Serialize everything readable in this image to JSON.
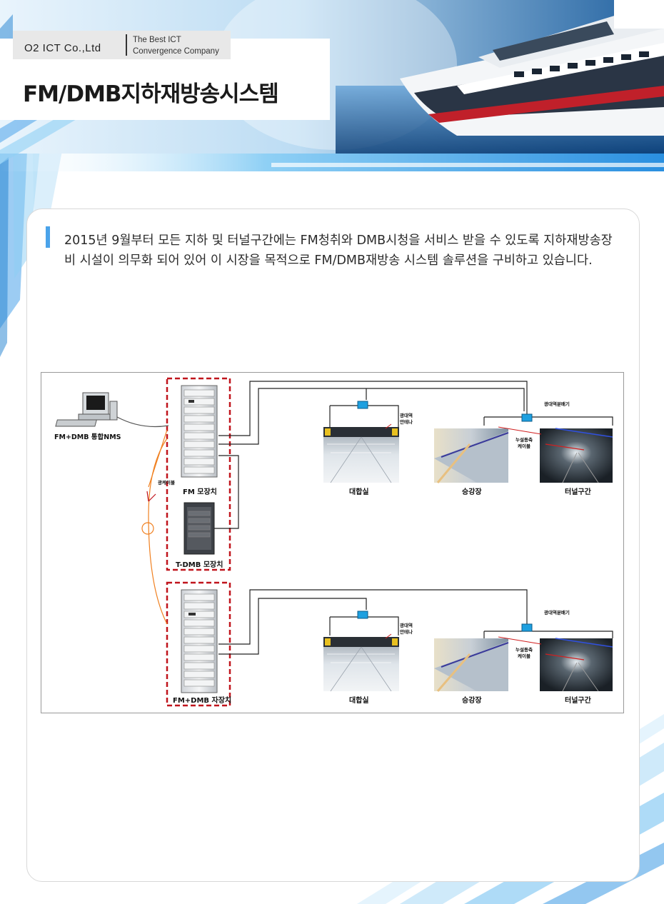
{
  "header": {
    "company": "O2 ICT Co.,Ltd",
    "tagline_line1": "The Best ICT",
    "tagline_line2": "Convergence Company",
    "title": "FM/DMB지하재방송시스템"
  },
  "intro": {
    "text": "2015년 9월부터 모든 지하 및 터널구간에는 FM청취와 DMB시청을 서비스 받을 수 있도록 지하재방송장비  시설이  의무화 되어 있어 이 시장을 목적으로 FM/DMB재방송 시스템 솔루션을 구비하고 있습니다."
  },
  "diagram": {
    "nms_label": "FM+DMB 통합NMS",
    "fm_master_label": "FM 모장치",
    "tdmb_master_label": "T-DMB 모장치",
    "slave_label": "FM+DMB 자장치",
    "optical_cable_label": "광케이블",
    "upper": {
      "antenna_label_1": "광대역",
      "antenna_label_2": "안테나",
      "splitter_label": "광대역분배기",
      "leaky_label_1": "누설동축",
      "leaky_label_2": "케이블",
      "photo1_label": "대합실",
      "photo2_label": "승강장",
      "photo3_label": "터널구간"
    },
    "lower": {
      "antenna_label_1": "광대역",
      "antenna_label_2": "안테나",
      "splitter_label": "광대역분배기",
      "leaky_label_1": "누설동축",
      "leaky_label_2": "케이블",
      "photo1_label": "대합실",
      "photo2_label": "승강장",
      "photo3_label": "터널구간"
    }
  },
  "colors": {
    "accent": "#4aa3ea",
    "dashed_box": "#c0141c",
    "splitter": "#1ea0e0",
    "optical_cable": "#f08020"
  }
}
